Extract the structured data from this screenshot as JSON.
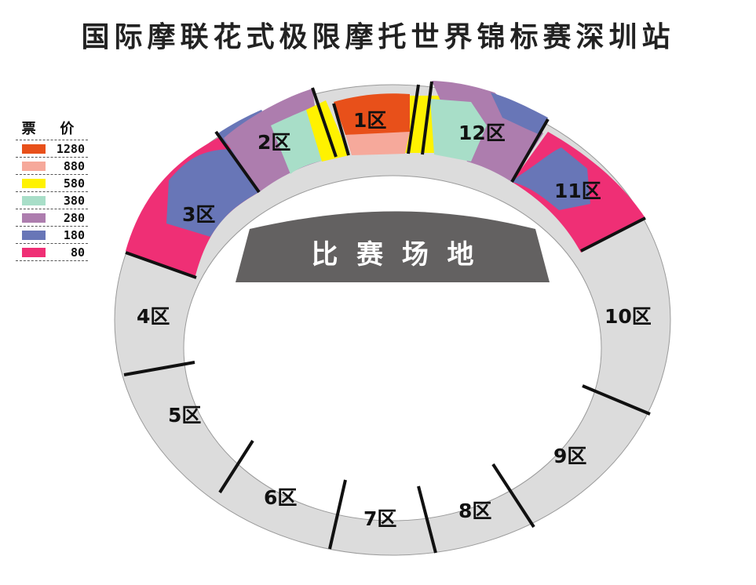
{
  "title": "国际摩联花式极限摩托世界锦标赛深圳站",
  "legend": {
    "title": "票 价",
    "items": [
      {
        "price": "1280",
        "color": "#e8501a"
      },
      {
        "price": "880",
        "color": "#f6a99b"
      },
      {
        "price": "580",
        "color": "#fff200"
      },
      {
        "price": "380",
        "color": "#a8dec8"
      },
      {
        "price": "280",
        "color": "#ad7dae"
      },
      {
        "price": "180",
        "color": "#6876b7"
      },
      {
        "price": "80",
        "color": "#ef2f75"
      }
    ]
  },
  "field_label": "比  赛  场  地",
  "zones": [
    {
      "id": "1",
      "label": "1区"
    },
    {
      "id": "2",
      "label": "2区"
    },
    {
      "id": "3",
      "label": "3区"
    },
    {
      "id": "4",
      "label": "4区"
    },
    {
      "id": "5",
      "label": "5区"
    },
    {
      "id": "6",
      "label": "6区"
    },
    {
      "id": "7",
      "label": "7区"
    },
    {
      "id": "8",
      "label": "8区"
    },
    {
      "id": "9",
      "label": "9区"
    },
    {
      "id": "10",
      "label": "10区"
    },
    {
      "id": "11",
      "label": "11区"
    },
    {
      "id": "12",
      "label": "12区"
    }
  ],
  "colors": {
    "ring_gray": "#dcdcdc",
    "divider": "#111111",
    "field": "#636161"
  }
}
